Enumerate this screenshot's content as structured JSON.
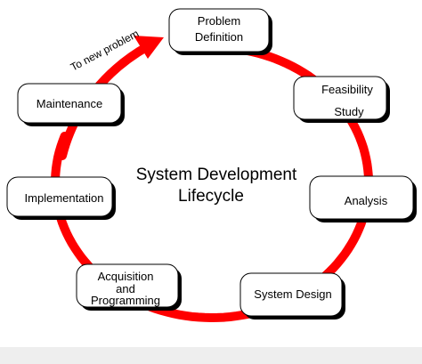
{
  "diagram": {
    "title_lines": [
      "System Development",
      "Lifecycle"
    ],
    "arrow_label": "To new problem",
    "stages": [
      {
        "id": "problem-definition",
        "lines": [
          "Problem",
          "Definition"
        ]
      },
      {
        "id": "feasibility-study",
        "lines": [
          "Feasibility",
          "Study"
        ]
      },
      {
        "id": "analysis",
        "lines": [
          "Analysis"
        ]
      },
      {
        "id": "system-design",
        "lines": [
          "System Design"
        ]
      },
      {
        "id": "acquisition-programming",
        "lines": [
          "Acquisition",
          "and",
          "Programming"
        ]
      },
      {
        "id": "implementation",
        "lines": [
          "Implementation"
        ]
      },
      {
        "id": "maintenance",
        "lines": [
          "Maintenance"
        ]
      }
    ],
    "colors": {
      "cycle": "#ff0000",
      "box_fill": "#ffffff",
      "box_border": "#000000",
      "box_shadow": "#000000",
      "background": "#ffffff",
      "bottom_band": "#eeeeee"
    }
  }
}
